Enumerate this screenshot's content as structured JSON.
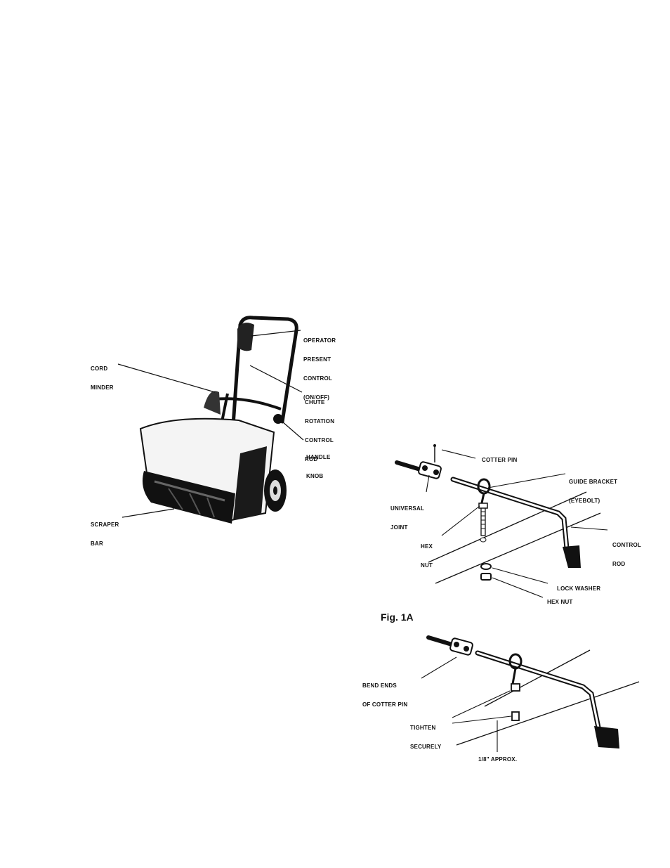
{
  "snowthrower": {
    "labels": {
      "operator_control": [
        "OPERATOR",
        "PRESENT",
        "CONTROL",
        "(ON/OFF)"
      ],
      "cord_minder": [
        "CORD",
        "MINDER"
      ],
      "chute_rod": [
        "CHUTE",
        "ROTATION",
        "CONTROL",
        "ROD"
      ],
      "handle_knob": [
        "HANDLE",
        "KNOB"
      ],
      "scraper_bar": [
        "SCRAPER",
        "BAR"
      ]
    }
  },
  "fig1a": {
    "caption": "Fig. 1A",
    "labels": {
      "cotter_pin": "COTTER PIN",
      "guide_bracket": [
        "GUIDE BRACKET",
        "(EYEBOLT)"
      ],
      "universal_joint": [
        "UNIVERSAL",
        "JOINT"
      ],
      "hex_nut_top": [
        "HEX",
        "NUT"
      ],
      "control_rod": [
        "CONTROL",
        "ROD"
      ],
      "lock_washer": "LOCK WASHER",
      "hex_nut_bottom": "HEX NUT"
    }
  },
  "fig1b": {
    "labels": {
      "bend_ends": [
        "BEND ENDS",
        "OF COTTER PIN"
      ],
      "tighten": [
        "TIGHTEN",
        "SECURELY"
      ],
      "approx": "1/8\" APPROX."
    }
  }
}
